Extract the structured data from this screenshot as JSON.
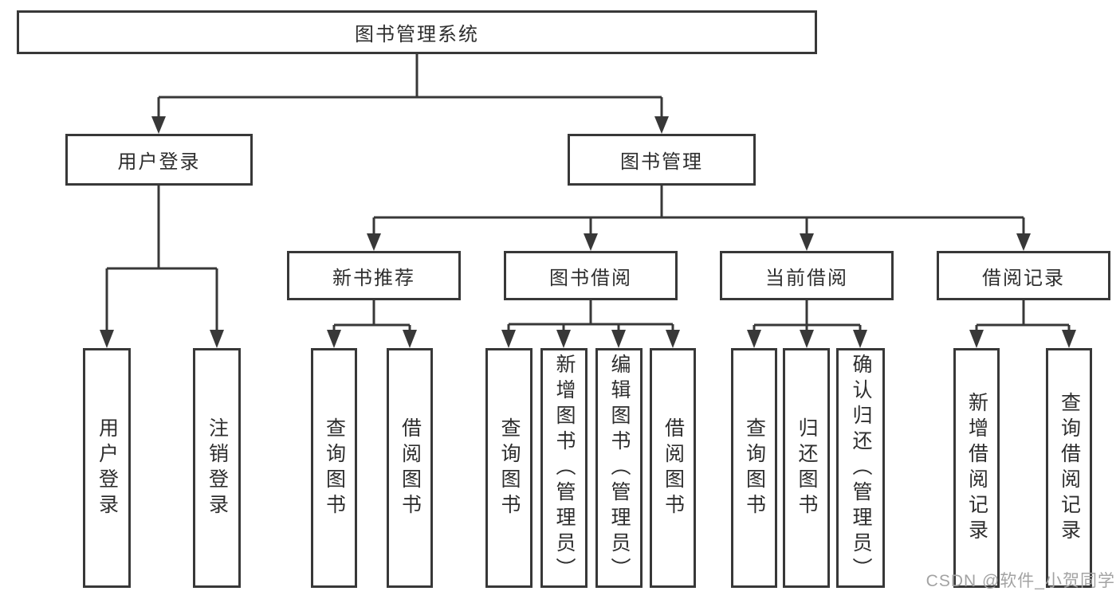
{
  "diagram": {
    "root": {
      "label": "图书管理系统"
    },
    "level2": [
      {
        "id": "user-login",
        "label": "用户登录"
      },
      {
        "id": "book-management",
        "label": "图书管理"
      }
    ],
    "level3": [
      {
        "id": "new-book-recommend",
        "label": "新书推荐"
      },
      {
        "id": "book-borrowing",
        "label": "图书借阅"
      },
      {
        "id": "current-borrowing",
        "label": "当前借阅"
      },
      {
        "id": "borrowing-records",
        "label": "借阅记录"
      }
    ],
    "leaves": {
      "user_login": [
        {
          "label": "用户登录"
        },
        {
          "label": "注销登录"
        }
      ],
      "new_book_recommend": [
        {
          "label": "查询图书"
        },
        {
          "label": "借阅图书"
        }
      ],
      "book_borrowing": [
        {
          "label": "查询图书"
        },
        {
          "label": "新增图书（管理员）"
        },
        {
          "label": "编辑图书（管理员）"
        },
        {
          "label": "借阅图书"
        }
      ],
      "current_borrowing": [
        {
          "label": "查询图书"
        },
        {
          "label": "归还图书"
        },
        {
          "label": "确认归还（管理员）"
        }
      ],
      "borrowing_records": [
        {
          "label": "新增借阅记录"
        },
        {
          "label": "查询借阅记录"
        }
      ]
    }
  },
  "watermark": "CSDN @软件_小贺同学",
  "colors": {
    "line": "#383838",
    "text": "#2e2e2e",
    "watermark": "#a3a3a3",
    "background": "#ffffff"
  }
}
